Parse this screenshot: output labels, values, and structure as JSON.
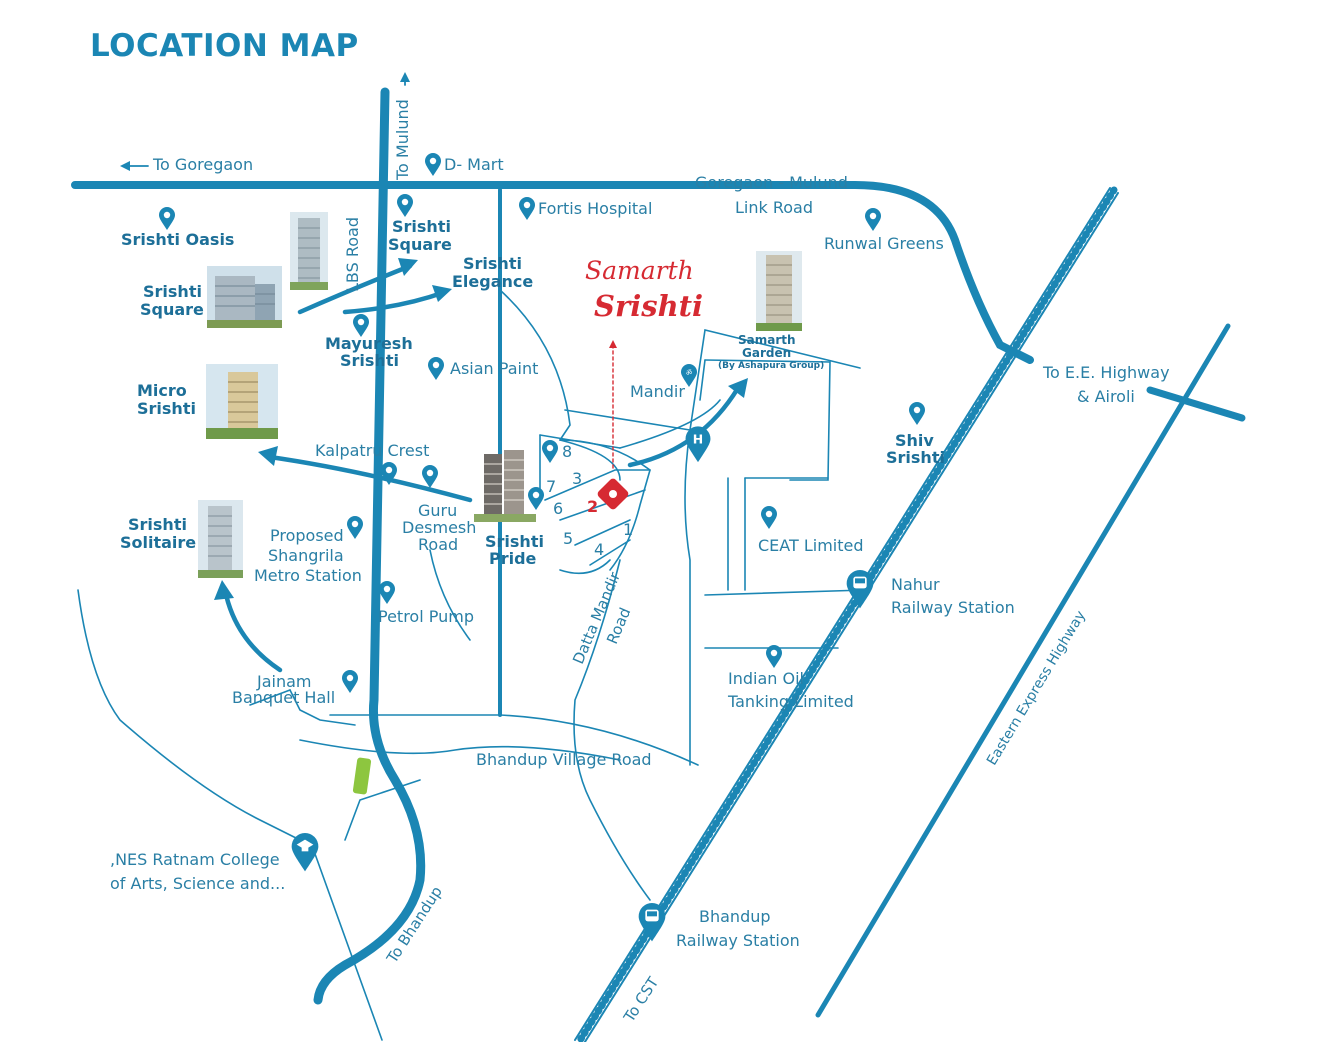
{
  "title": "LOCATION MAP",
  "brand": {
    "line1": "Samarth",
    "line2": "Srishti"
  },
  "colors": {
    "road": "#1b86b4",
    "text": "#2a7fa5",
    "brand_red": "#d62a32",
    "park": "#8dc63f"
  },
  "roads": {
    "to_goregaon": "To Goregaon",
    "to_mulund": "To Mulund",
    "lbs_road": "LBS Road",
    "gml_road_1": "Goregaon - Mulund",
    "gml_road_2": "Link Road",
    "to_ee_1": "To E.E. Highway",
    "to_ee_2": "& Airoli",
    "eastern_express": "Eastern Express Highway",
    "datta_mandir_1": "Datta Mandir",
    "datta_mandir_2": "Road",
    "guru_desmesh_1": "Guru",
    "guru_desmesh_2": "Desmesh",
    "guru_desmesh_3": "Road",
    "bhandup_village": "Bhandup Village Road",
    "to_bhandup": "To Bhandup",
    "to_cst": "To CST"
  },
  "places": {
    "dmart": "D- Mart",
    "fortis": "Fortis Hospital",
    "runwal": "Runwal Greens",
    "asian_paint": "Asian Paint",
    "mandir": "Mandir",
    "kalpatru": "Kalpatru Crest",
    "shangrila_1": "Proposed",
    "shangrila_2": "Shangrila",
    "shangrila_3": "Metro Station",
    "petrol": "Petrol Pump",
    "jainam_1": "Jainam",
    "jainam_2": "Banquet Hall",
    "nes_1": ",NES Ratnam College",
    "nes_2": "of Arts, Science and...",
    "ceat": "CEAT Limited",
    "nahur_1": "Nahur",
    "nahur_2": "Railway Station",
    "indian_oil_1": "Indian Oil",
    "indian_oil_2": "Tanking Limited",
    "bhandup_stn_1": "Bhandup",
    "bhandup_stn_2": "Railway Station",
    "om_symbol": "ॐ",
    "hospital_symbol": "H"
  },
  "projects": {
    "oasis": "Srishti Oasis",
    "square_top_1": "Srishti",
    "square_top_2": "Square",
    "elegance_1": "Srishti",
    "elegance_2": "Elegance",
    "square_left_1": "Srishti",
    "square_left_2": "Square",
    "mayuresh_1": "Mayuresh",
    "mayuresh_2": "Srishti",
    "micro_1": "Micro",
    "micro_2": "Srishti",
    "solitaire_1": "Srishti",
    "solitaire_2": "Solitaire",
    "pride_1": "Srishti",
    "pride_2": "Pride",
    "samarth_garden_1": "Samarth",
    "samarth_garden_2": "Garden",
    "samarth_garden_3": "(By Ashapura Group)",
    "shiv_1": "Shiv",
    "shiv_2": "Srishti"
  },
  "plots": [
    "1",
    "2",
    "3",
    "4",
    "5",
    "6",
    "7",
    "8"
  ]
}
